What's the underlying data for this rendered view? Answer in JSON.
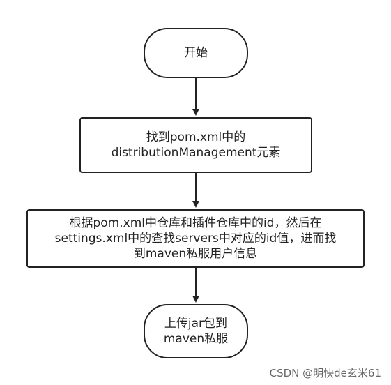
{
  "flowchart": {
    "nodes": [
      {
        "id": "start",
        "shape": "terminal",
        "text": "开始"
      },
      {
        "id": "find",
        "shape": "process",
        "text": "找到pom.xml中的\ndistributionManagement元素"
      },
      {
        "id": "match",
        "shape": "process",
        "text": "根据pom.xml中仓库和插件仓库中的id，然后在\nsettings.xml中的查找servers中对应的id值，进而找\n到maven私服用户信息"
      },
      {
        "id": "upload",
        "shape": "terminal",
        "text": "上传jar包到\nmaven私服"
      }
    ],
    "edges": [
      {
        "from": "start",
        "to": "find"
      },
      {
        "from": "find",
        "to": "match"
      },
      {
        "from": "match",
        "to": "upload"
      }
    ]
  },
  "watermark": "CSDN @明快de玄米61",
  "colors": {
    "stroke": "#222222",
    "text": "#222222",
    "watermark": "#666666"
  }
}
